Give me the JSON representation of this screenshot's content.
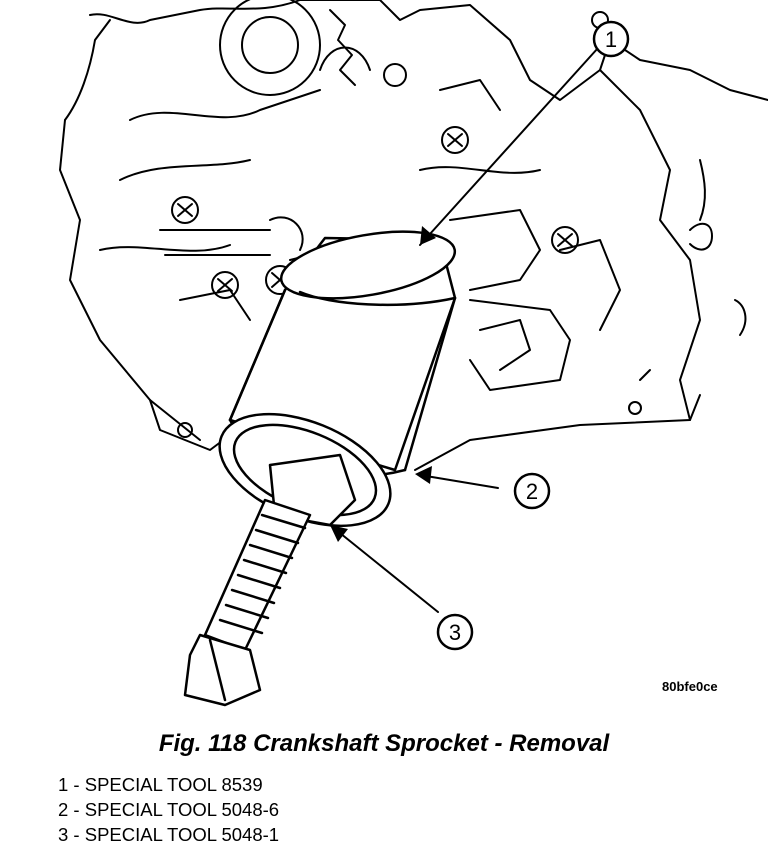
{
  "figure": {
    "image_code": "80bfe0ce",
    "caption": "Fig. 118 Crankshaft Sprocket - Removal",
    "callouts": [
      "1",
      "2",
      "3"
    ]
  },
  "legend": [
    {
      "number": "1",
      "text": "1 - SPECIAL TOOL 8539"
    },
    {
      "number": "2",
      "text": "2 - SPECIAL TOOL 5048-6"
    },
    {
      "number": "3",
      "text": "3 - SPECIAL TOOL 5048-1"
    }
  ]
}
